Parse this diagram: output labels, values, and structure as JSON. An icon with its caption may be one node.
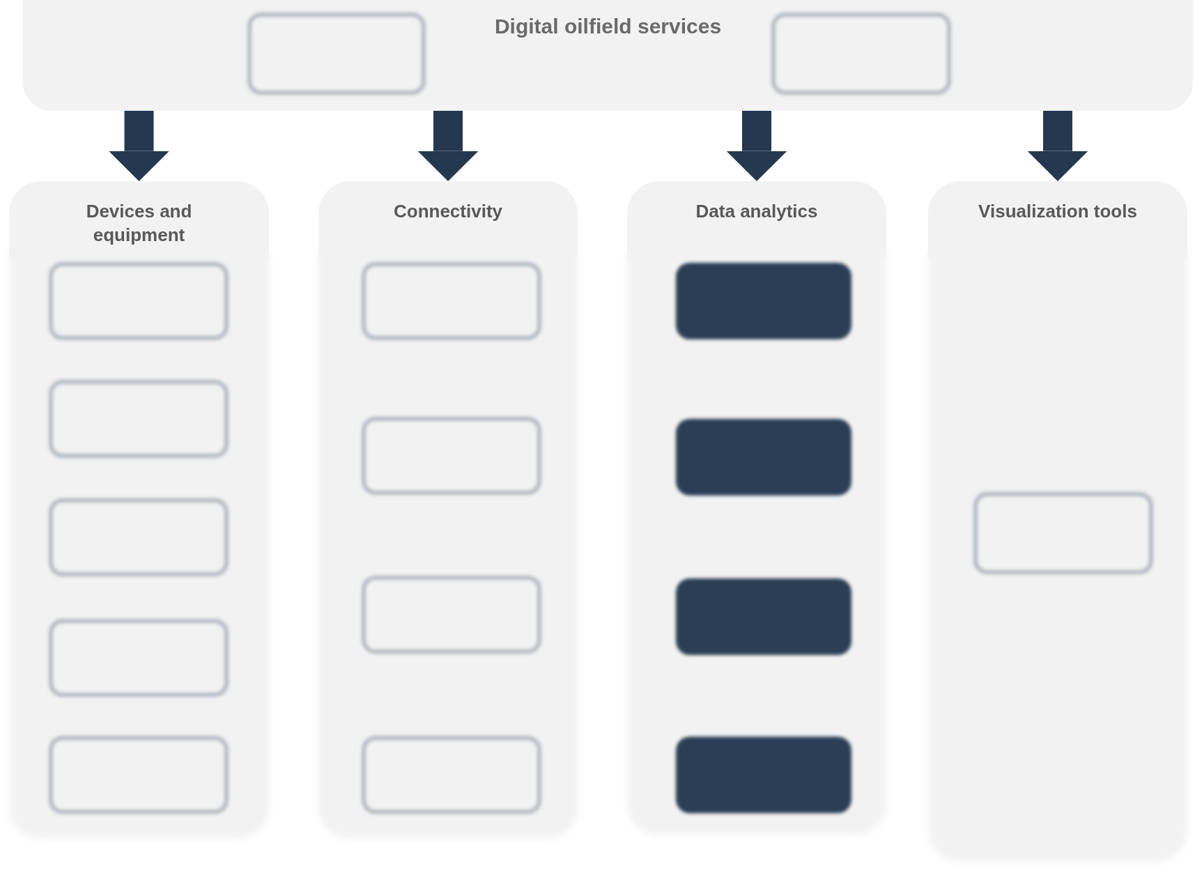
{
  "diagram": {
    "nodes": [
      {
        "text": [
          "Digital oilfield services"
        ]
      },
      {
        "text": [],
        "shape": "box",
        "in": 0
      },
      {
        "text": [],
        "shape": "box",
        "in": 0
      },
      {
        "text": [
          "Devices and equipment"
        ]
      },
      {
        "text": [],
        "shape": "box",
        "in": 3
      },
      {
        "text": [],
        "shape": "box",
        "in": 3
      },
      {
        "text": [],
        "shape": "box",
        "in": 3
      },
      {
        "text": [],
        "shape": "box",
        "in": 3
      },
      {
        "text": [],
        "shape": "box",
        "in": 3
      },
      {
        "text": [
          "Connectivity"
        ]
      },
      {
        "text": [],
        "shape": "box",
        "in": 9
      },
      {
        "text": [],
        "shape": "box",
        "in": 9
      },
      {
        "text": [],
        "shape": "box",
        "in": 9
      },
      {
        "text": [],
        "shape": "box",
        "in": 9
      },
      {
        "text": [
          "Data analytics"
        ]
      },
      {
        "text": [],
        "shape": "box",
        "in": 14
      },
      {
        "text": [],
        "shape": "box",
        "in": 14
      },
      {
        "text": [],
        "shape": "box",
        "in": 14
      },
      {
        "text": [],
        "shape": "box",
        "in": 14
      },
      {
        "text": [
          "Visualization tools"
        ]
      },
      {
        "text": [],
        "shape": "box",
        "in": 19
      }
    ],
    "edges": [
      {
        "from": 0,
        "to": 3,
        "arrow": "to"
      },
      {
        "from": 0,
        "to": 9,
        "arrow": "to"
      },
      {
        "from": 0,
        "to": 14,
        "arrow": "to"
      },
      {
        "from": 0,
        "to": 19,
        "arrow": "to"
      }
    ]
  }
}
